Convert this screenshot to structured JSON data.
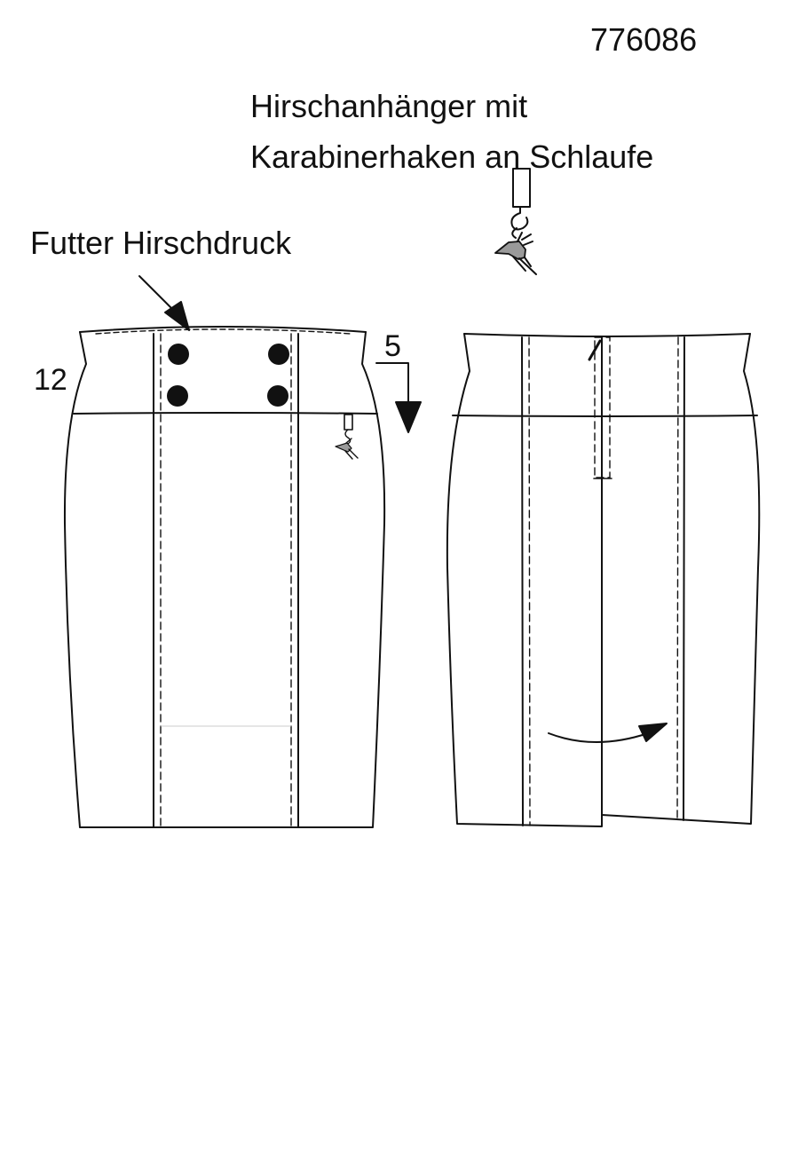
{
  "article_number": "776086",
  "annotations": {
    "pendant_line1": "Hirschanhänger mit",
    "pendant_line2": "Karabinerhaken an Schlaufe",
    "lining": "Futter Hirschdruck"
  },
  "measurements": {
    "waistband_height": "12",
    "pendant_drop": "5"
  },
  "colors": {
    "line": "#111111",
    "pendant_fill": "#9a9a9a"
  }
}
